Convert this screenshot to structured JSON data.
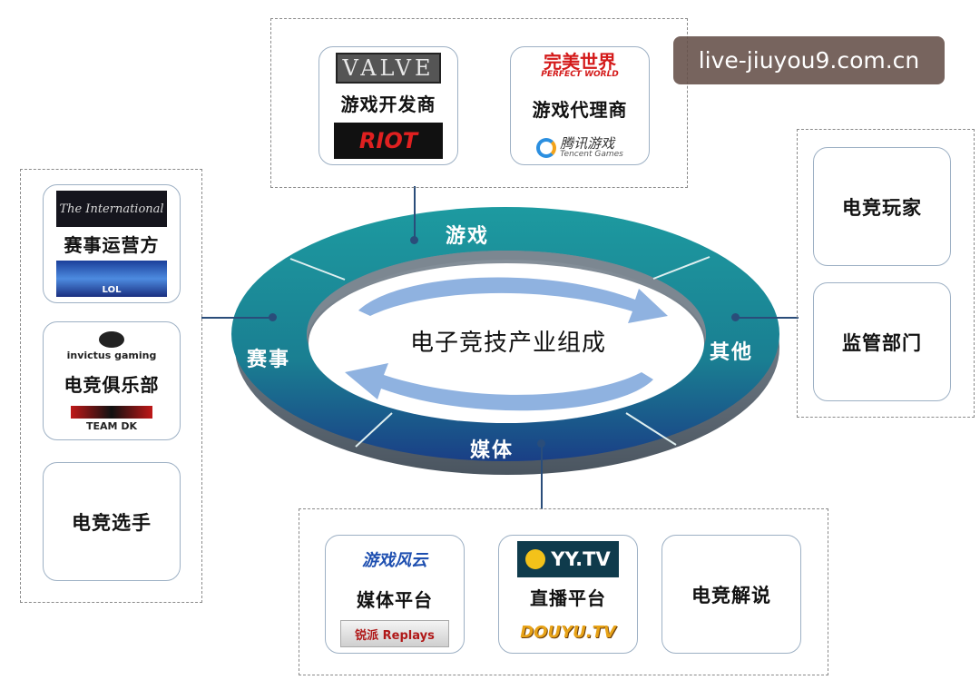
{
  "watermark": "live-jiuyou9.com.cn",
  "center_title": "电子竞技产业组成",
  "ring": {
    "game": "游戏",
    "events": "赛事",
    "other": "其他",
    "media": "媒体"
  },
  "game_group": {
    "developer": {
      "label": "游戏开发商",
      "logos": [
        "VALVE",
        "RIOT"
      ]
    },
    "publisher": {
      "label": "游戏代理商",
      "logos": [
        "完美世界",
        "PERFECT WORLD",
        "腾讯游戏",
        "Tencent Games"
      ]
    }
  },
  "events_group": {
    "operator": {
      "label": "赛事运营方",
      "logos": [
        "The International",
        "LOL"
      ]
    },
    "club": {
      "label": "电竞俱乐部",
      "logos": [
        "invictus gaming",
        "TEAM DK"
      ]
    },
    "player": {
      "label": "电竞选手"
    }
  },
  "other_group": {
    "player": {
      "label": "电竞玩家"
    },
    "regulator": {
      "label": "监管部门"
    }
  },
  "media_group": {
    "media_platform": {
      "label": "媒体平台",
      "logos": [
        "游戏风云",
        "锐派 Replays"
      ]
    },
    "live_platform": {
      "label": "直播平台",
      "logos": [
        "YY.TV",
        "DOUYU.TV"
      ]
    },
    "commentary": {
      "label": "电竞解说"
    }
  },
  "colors": {
    "ring_teal": "#1f8e96",
    "ring_dark": "#16607a",
    "arrow": "#8fb2e0",
    "connector": "#2a4d7a"
  }
}
